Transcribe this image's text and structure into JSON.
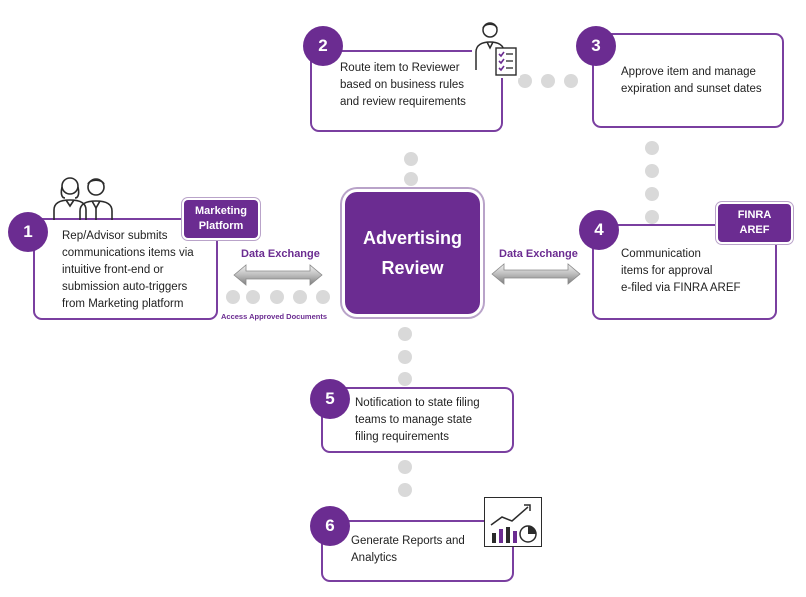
{
  "center": {
    "title": "Advertising\nReview"
  },
  "steps": [
    {
      "number": "1",
      "text": "Rep/Advisor submits\ncommunications items via\nintuitive front-end or\nsubmission auto-triggers\nfrom Marketing platform",
      "tag": "Marketing\nPlatform"
    },
    {
      "number": "2",
      "text": "Route item to Reviewer\nbased on business rules\nand review requirements"
    },
    {
      "number": "3",
      "text": "Approve item and manage\nexpiration and sunset dates"
    },
    {
      "number": "4",
      "text": "Communication\nitems for approval\ne-filed via FINRA AREF",
      "tag": "FINRA\nAREF"
    },
    {
      "number": "5",
      "text": "Notification to state filing\nteams to manage state\nfiling requirements"
    },
    {
      "number": "6",
      "text": "Generate Reports and\nAnalytics"
    }
  ],
  "exchange_left": "Data Exchange",
  "exchange_right": "Data Exchange",
  "access_label": "Access Approved Documents",
  "icons": [
    "people-icon",
    "reviewer-icon",
    "analytics-icon"
  ],
  "colors": {
    "accent": "#6b2c91",
    "border": "#7a3fa0",
    "dot": "#d9d9d9"
  }
}
